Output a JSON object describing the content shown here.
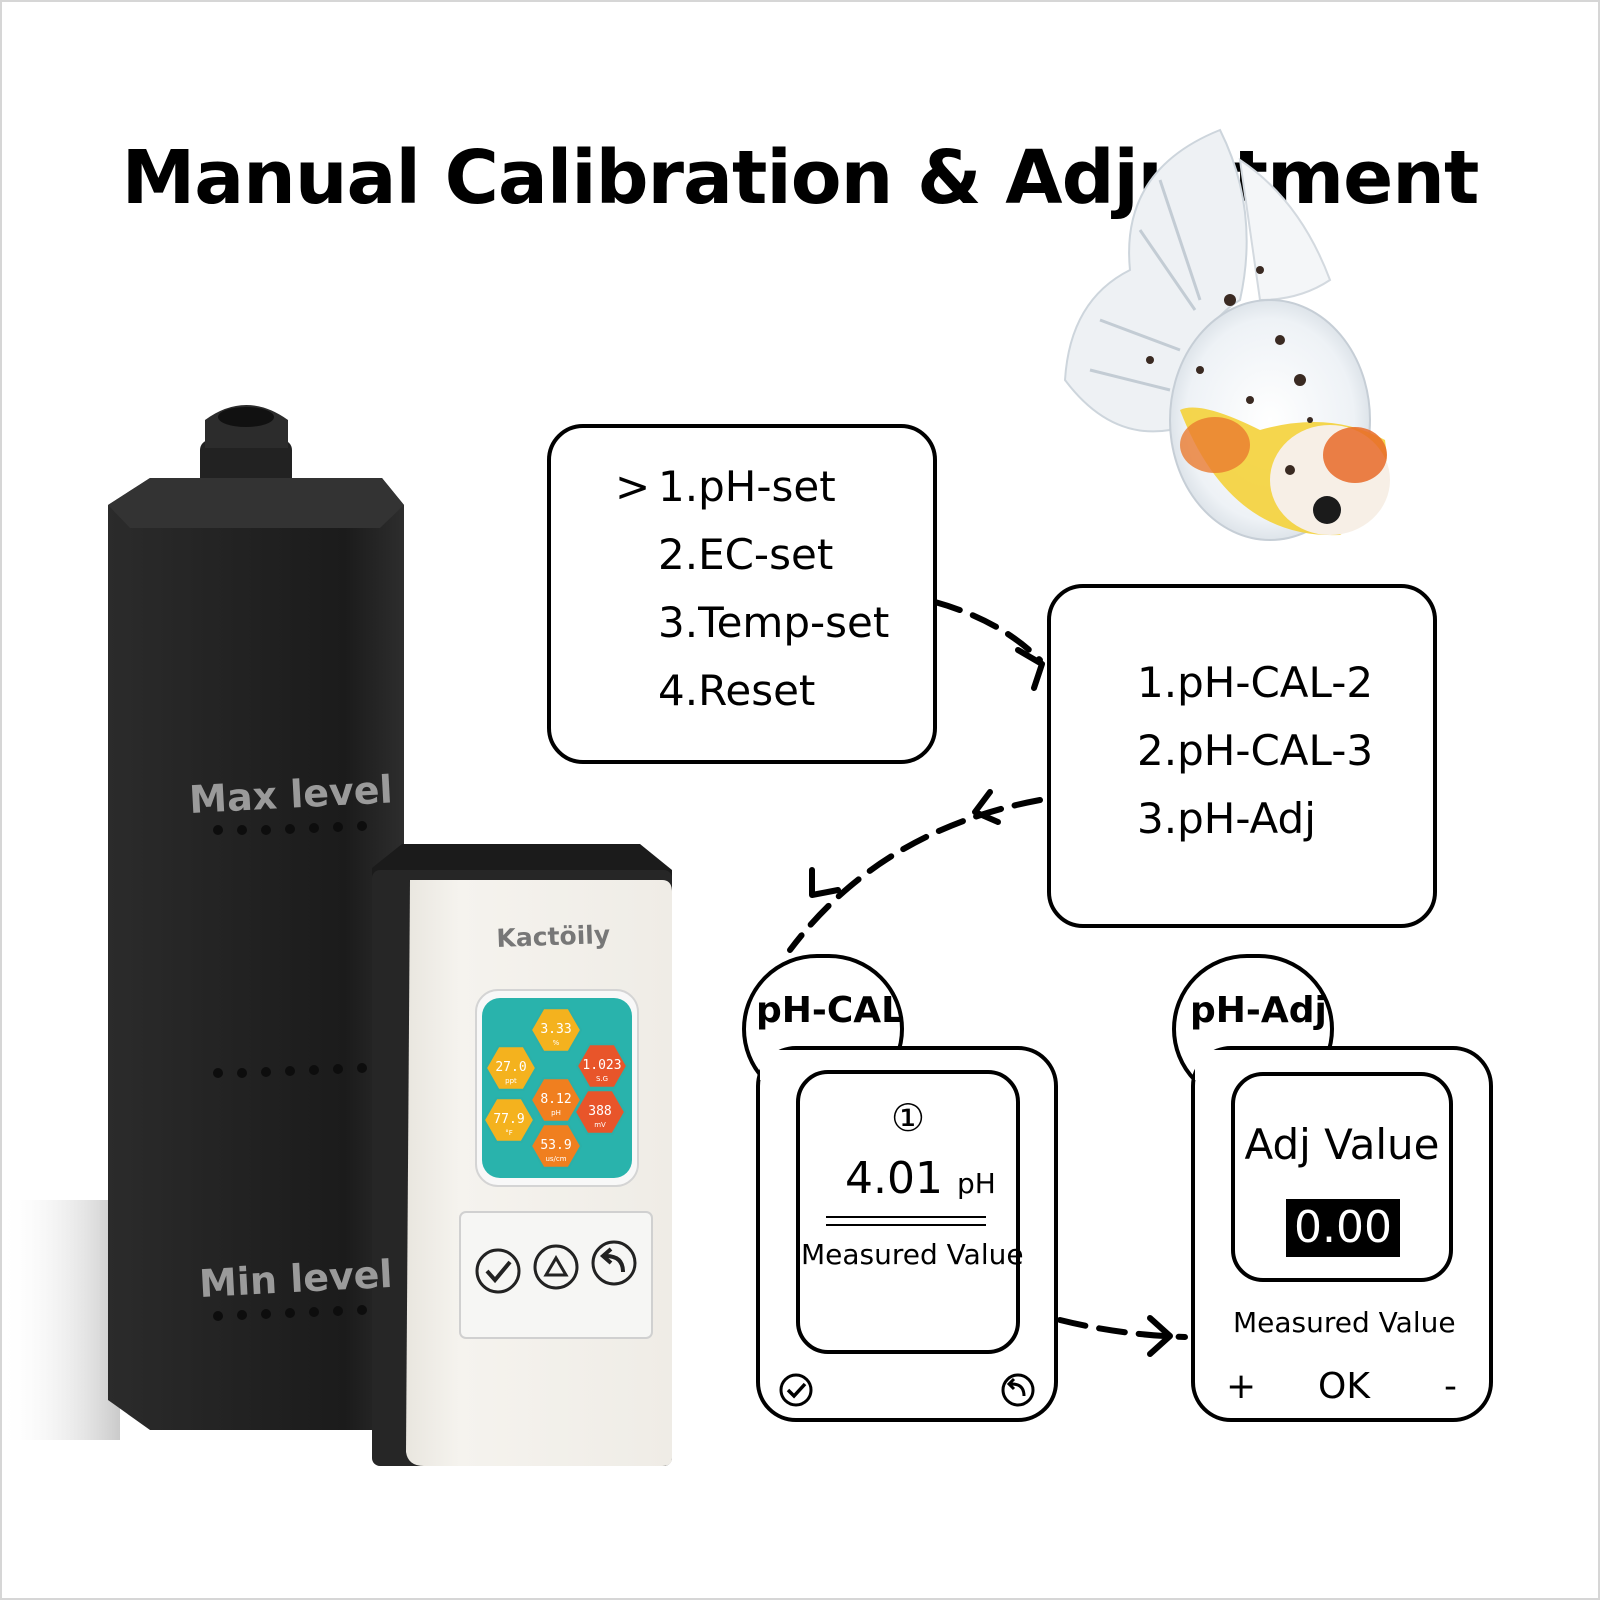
{
  "title": "Manual Calibration & Adjustment",
  "main_menu": {
    "cursor": ">",
    "items": [
      "1.pH-set",
      "2.EC-set",
      "3.Temp-set",
      "4.Reset"
    ]
  },
  "ph_menu": {
    "items": [
      "1.pH-CAL-2",
      "2.pH-CAL-3",
      "3.pH-Adj"
    ]
  },
  "ph_cal": {
    "tab_label": "pH-CAL",
    "step": "①",
    "value": "4.01",
    "unit": "pH",
    "caption": "Measured Value",
    "left_icon": "check-icon",
    "right_icon": "back-icon"
  },
  "ph_adj": {
    "tab_label": "pH-Adj",
    "heading": "Adj Value",
    "value": "0.00",
    "caption": "Measured Value",
    "plus": "+",
    "ok": "OK",
    "minus": "-"
  },
  "probe": {
    "max_label": "Max  level",
    "min_label": "Min level"
  },
  "device": {
    "brand": "Kactöily",
    "readings": [
      {
        "value": "3.33",
        "unit": "%"
      },
      {
        "value": "27.0",
        "unit": "ppt"
      },
      {
        "value": "1.023",
        "unit": "S.G"
      },
      {
        "value": "8.12",
        "unit": "pH"
      },
      {
        "value": "77.9",
        "unit": "°F"
      },
      {
        "value": "388",
        "unit": "mV"
      },
      {
        "value": "53.9",
        "unit": "us/cm"
      }
    ],
    "buttons": [
      "check-icon",
      "recycle-icon",
      "back-icon"
    ]
  },
  "colors": {
    "hex_yellow": "#f4b21e",
    "hex_orange": "#f07f1f",
    "hex_red": "#e8552a",
    "screen_bg": "#29b3ac",
    "probe_body": "#1e1e1e"
  }
}
